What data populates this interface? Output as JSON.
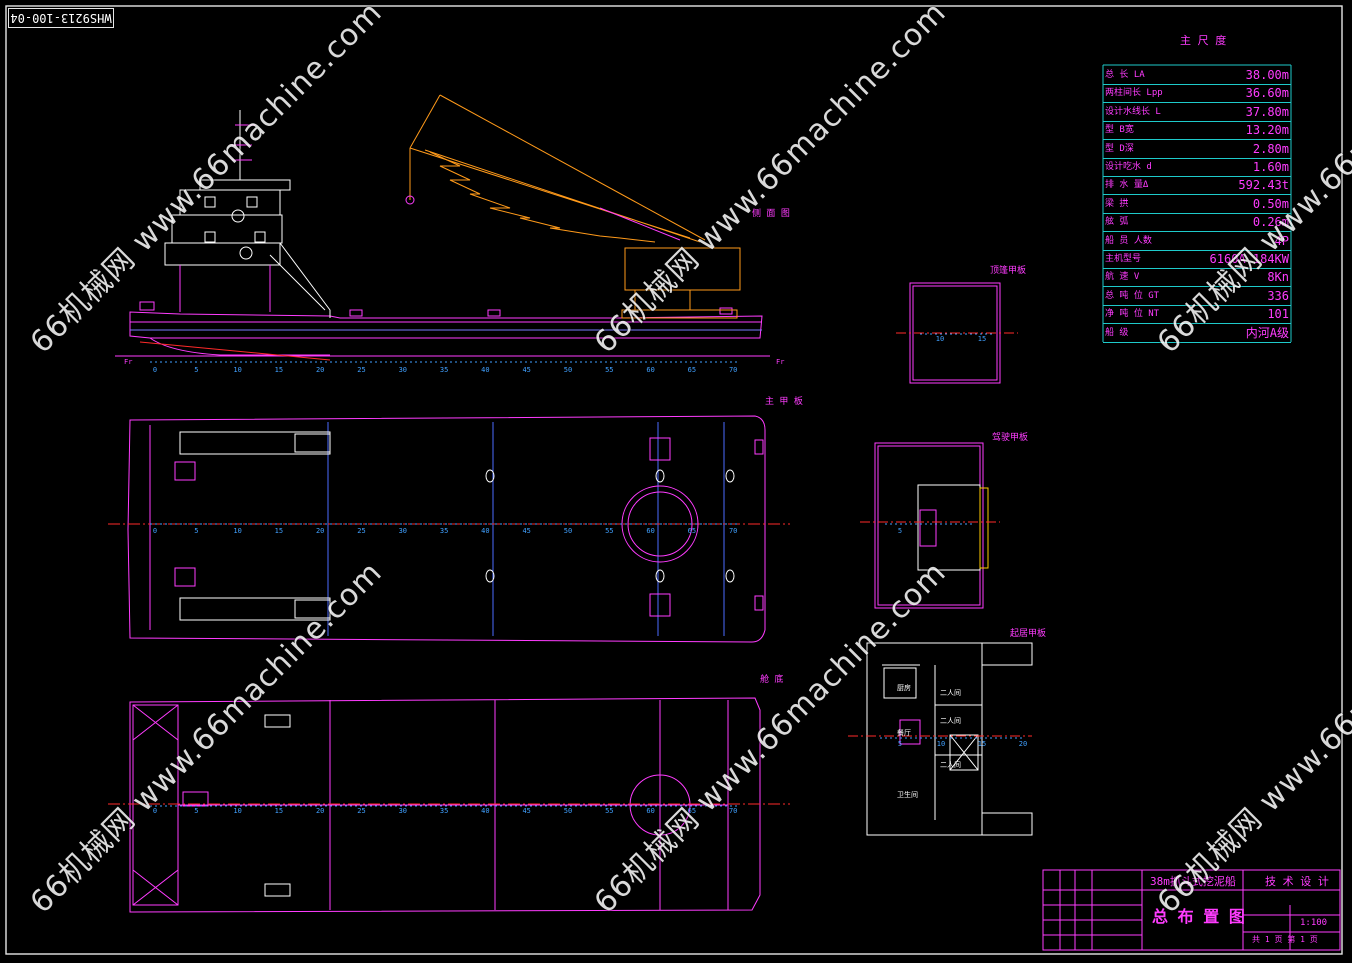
{
  "drawing_number": "WHS9213-100-04",
  "main_dims": {
    "title": "主 尺 度",
    "rows": [
      {
        "label": "总 长 LA",
        "value": "38.00m"
      },
      {
        "label": "两柱间长 Lpp",
        "value": "36.60m"
      },
      {
        "label": "设计水线长 L",
        "value": "37.80m"
      },
      {
        "label": "型 B宽",
        "value": "13.20m"
      },
      {
        "label": "型 D深",
        "value": "2.80m"
      },
      {
        "label": "设计吃水 d",
        "value": "1.60m"
      },
      {
        "label": "排 水 量Δ",
        "value": "592.43t"
      },
      {
        "label": "梁 拱",
        "value": "0.50m"
      },
      {
        "label": "舷 弧",
        "value": "0.26m"
      },
      {
        "label": "船 员 人数",
        "value": "4P"
      },
      {
        "label": "主机型号",
        "value": "6160A 184KW"
      },
      {
        "label": "航 速 V",
        "value": "8Kn"
      },
      {
        "label": "总 吨 位 GT",
        "value": "336"
      },
      {
        "label": "净 吨 位 NT",
        "value": "101"
      },
      {
        "label": "船 级",
        "value": "内河A级"
      }
    ]
  },
  "views": {
    "profile": "侧 面 图",
    "main_deck": "主 甲 板",
    "hold_plan": "舱 底",
    "top_deck": "顶篷甲板",
    "bridge_deck": "驾驶甲板",
    "living_deck": "起居甲板"
  },
  "frame_ticks": [
    "0",
    "5",
    "10",
    "15",
    "20",
    "25",
    "30",
    "35",
    "40",
    "45",
    "50",
    "55",
    "60",
    "65",
    "70"
  ],
  "small_plan_ticks": {
    "top": [
      "10",
      "15"
    ],
    "bridge": [
      "5"
    ],
    "living": [
      "5",
      "10",
      "15",
      "20"
    ]
  },
  "cabin_labels": [
    "二人间",
    "二人间",
    "二人间",
    "厨房",
    "餐厅",
    "卫生间"
  ],
  "title_block": {
    "project": "38m抓斗式挖泥船",
    "stage": "技 术 设 计",
    "drawing_title": "总 布 置 图",
    "scale": "1:100",
    "sheet": "共 1 页   第 1 页"
  },
  "watermark": "66机械网 www.66machine.com",
  "colors": {
    "hull": "#ff3cff",
    "crane": "#ff9a1a",
    "structure": "#ffffff",
    "grid": "#1ecaca",
    "ticks": "#40a0ff",
    "accent": "#ff2a2a",
    "frame": "#ffffff"
  }
}
